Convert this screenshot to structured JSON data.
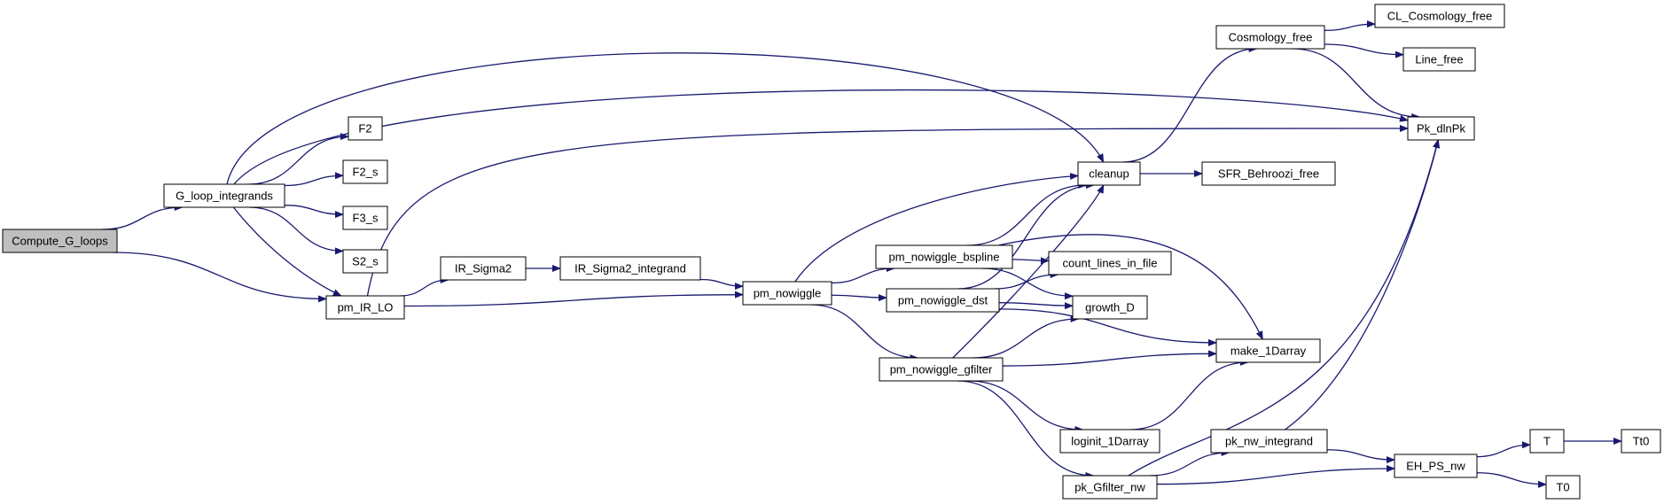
{
  "colors": {
    "edge": "#191970",
    "node_fill": "#ffffff",
    "root_fill": "#bfbfbf",
    "node_border": "#000000"
  },
  "root": "Compute_G_loops",
  "nodes": [
    {
      "id": "Compute_G_loops",
      "label": "Compute_G_loops"
    },
    {
      "id": "G_loop_integrands",
      "label": "G_loop_integrands"
    },
    {
      "id": "F2",
      "label": "F2"
    },
    {
      "id": "F2_s",
      "label": "F2_s"
    },
    {
      "id": "F3_s",
      "label": "F3_s"
    },
    {
      "id": "S2_s",
      "label": "S2_s"
    },
    {
      "id": "pm_IR_LO",
      "label": "pm_IR_LO"
    },
    {
      "id": "IR_Sigma2",
      "label": "IR_Sigma2"
    },
    {
      "id": "IR_Sigma2_integrand",
      "label": "IR_Sigma2_integrand"
    },
    {
      "id": "pm_nowiggle",
      "label": "pm_nowiggle"
    },
    {
      "id": "pm_nowiggle_bspline",
      "label": "pm_nowiggle_bspline"
    },
    {
      "id": "pm_nowiggle_dst",
      "label": "pm_nowiggle_dst"
    },
    {
      "id": "pm_nowiggle_gfilter",
      "label": "pm_nowiggle_gfilter"
    },
    {
      "id": "cleanup",
      "label": "cleanup"
    },
    {
      "id": "Cosmology_free",
      "label": "Cosmology_free"
    },
    {
      "id": "CL_Cosmology_free",
      "label": "CL_Cosmology_free"
    },
    {
      "id": "Line_free",
      "label": "Line_free"
    },
    {
      "id": "Pk_dlnPk",
      "label": "Pk_dlnPk"
    },
    {
      "id": "SFR_Behroozi_free",
      "label": "SFR_Behroozi_free"
    },
    {
      "id": "count_lines_in_file",
      "label": "count_lines_in_file"
    },
    {
      "id": "growth_D",
      "label": "growth_D"
    },
    {
      "id": "make_1Darray",
      "label": "make_1Darray"
    },
    {
      "id": "loginit_1Darray",
      "label": "loginit_1Darray"
    },
    {
      "id": "pk_Gfilter_nw",
      "label": "pk_Gfilter_nw"
    },
    {
      "id": "pk_nw_integrand",
      "label": "pk_nw_integrand"
    },
    {
      "id": "EH_PS_nw",
      "label": "EH_PS_nw"
    },
    {
      "id": "T",
      "label": "T"
    },
    {
      "id": "Tt0",
      "label": "Tt0"
    },
    {
      "id": "T0",
      "label": "T0"
    }
  ],
  "edges": [
    {
      "from": "Compute_G_loops",
      "to": "G_loop_integrands"
    },
    {
      "from": "Compute_G_loops",
      "to": "pm_IR_LO"
    },
    {
      "from": "G_loop_integrands",
      "to": "cleanup"
    },
    {
      "from": "G_loop_integrands",
      "to": "Pk_dlnPk"
    },
    {
      "from": "G_loop_integrands",
      "to": "F2"
    },
    {
      "from": "G_loop_integrands",
      "to": "F2_s"
    },
    {
      "from": "G_loop_integrands",
      "to": "F3_s"
    },
    {
      "from": "G_loop_integrands",
      "to": "S2_s"
    },
    {
      "from": "G_loop_integrands",
      "to": "pm_IR_LO"
    },
    {
      "from": "pm_IR_LO",
      "to": "Pk_dlnPk"
    },
    {
      "from": "pm_IR_LO",
      "to": "IR_Sigma2"
    },
    {
      "from": "pm_IR_LO",
      "to": "pm_nowiggle"
    },
    {
      "from": "IR_Sigma2",
      "to": "IR_Sigma2_integrand"
    },
    {
      "from": "IR_Sigma2_integrand",
      "to": "pm_nowiggle"
    },
    {
      "from": "pm_nowiggle",
      "to": "cleanup"
    },
    {
      "from": "pm_nowiggle",
      "to": "pm_nowiggle_bspline"
    },
    {
      "from": "pm_nowiggle",
      "to": "pm_nowiggle_dst"
    },
    {
      "from": "pm_nowiggle",
      "to": "pm_nowiggle_gfilter"
    },
    {
      "from": "pm_nowiggle_bspline",
      "to": "cleanup"
    },
    {
      "from": "pm_nowiggle_bspline",
      "to": "count_lines_in_file"
    },
    {
      "from": "pm_nowiggle_bspline",
      "to": "growth_D"
    },
    {
      "from": "pm_nowiggle_bspline",
      "to": "make_1Darray"
    },
    {
      "from": "pm_nowiggle_dst",
      "to": "cleanup"
    },
    {
      "from": "pm_nowiggle_dst",
      "to": "count_lines_in_file"
    },
    {
      "from": "pm_nowiggle_dst",
      "to": "growth_D"
    },
    {
      "from": "pm_nowiggle_dst",
      "to": "make_1Darray"
    },
    {
      "from": "pm_nowiggle_gfilter",
      "to": "cleanup"
    },
    {
      "from": "pm_nowiggle_gfilter",
      "to": "growth_D"
    },
    {
      "from": "pm_nowiggle_gfilter",
      "to": "make_1Darray"
    },
    {
      "from": "pm_nowiggle_gfilter",
      "to": "loginit_1Darray"
    },
    {
      "from": "pm_nowiggle_gfilter",
      "to": "pk_Gfilter_nw"
    },
    {
      "from": "cleanup",
      "to": "Cosmology_free"
    },
    {
      "from": "cleanup",
      "to": "SFR_Behroozi_free"
    },
    {
      "from": "Cosmology_free",
      "to": "CL_Cosmology_free"
    },
    {
      "from": "Cosmology_free",
      "to": "Line_free"
    },
    {
      "from": "Cosmology_free",
      "to": "Pk_dlnPk"
    },
    {
      "from": "loginit_1Darray",
      "to": "make_1Darray"
    },
    {
      "from": "pk_Gfilter_nw",
      "to": "Pk_dlnPk"
    },
    {
      "from": "pk_Gfilter_nw",
      "to": "pk_nw_integrand"
    },
    {
      "from": "pk_Gfilter_nw",
      "to": "EH_PS_nw"
    },
    {
      "from": "pk_nw_integrand",
      "to": "Pk_dlnPk"
    },
    {
      "from": "pk_nw_integrand",
      "to": "EH_PS_nw"
    },
    {
      "from": "EH_PS_nw",
      "to": "T"
    },
    {
      "from": "EH_PS_nw",
      "to": "T0"
    },
    {
      "from": "T",
      "to": "Tt0"
    }
  ]
}
